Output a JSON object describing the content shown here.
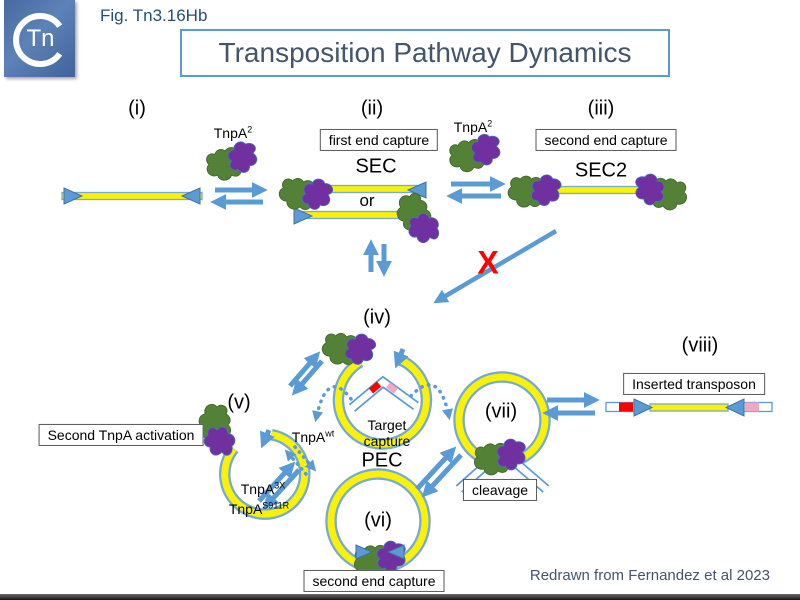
{
  "header": {
    "fig_label": "Fig. Tn3.16Hb",
    "title": "Transposition Pathway Dynamics",
    "logo_tn": "Tn"
  },
  "stages": {
    "i": "(i)",
    "ii": "(ii)",
    "iii": "(iii)",
    "iv": "(iv)",
    "v": "(v)",
    "vi": "(vi)",
    "vii": "(vii)",
    "viii": "(viii)"
  },
  "boxes": {
    "first_end_capture": "first end capture",
    "second_end_capture_top": "second end capture",
    "second_tnpa_activation": "Second TnpA activation",
    "second_end_capture_bottom": "second end capture",
    "cleavage": "cleavage",
    "inserted_transposon": "Inserted transposon"
  },
  "labels": {
    "sec": "SEC",
    "sec2": "SEC2",
    "or": "or",
    "pec": "PEC",
    "target_capture_line1": "Target",
    "target_capture_line2": "capture",
    "blocked_x": "X",
    "tnpa2_left": {
      "base": "TnpA",
      "sup": "2"
    },
    "tnpa2_right": {
      "base": "TnpA",
      "sup": "2"
    },
    "tnpa_wt": {
      "base": "TnpA",
      "sup": "wt"
    },
    "tnpa_3x": {
      "base": "TnpA",
      "sup": "3X"
    },
    "tnpa_s911r": {
      "base": "TnpA",
      "sup": "S911R"
    }
  },
  "footer": {
    "credit": "Redrawn from Fernandez et al 2023"
  },
  "colors": {
    "arrow_blue": "#5b9bd5",
    "dna_yellow": "#f9f106",
    "protein_green": "#538135",
    "protein_purple": "#7030a0",
    "blocked_red": "#ff0000",
    "target_red": "#ff0000",
    "target_pink": "#f2a6c2",
    "title_text": "#44546a",
    "accent_border": "#5b9bd5",
    "fig_text": "#1f4e79",
    "box_border": "#595959",
    "logo_bg": "#47699e"
  }
}
